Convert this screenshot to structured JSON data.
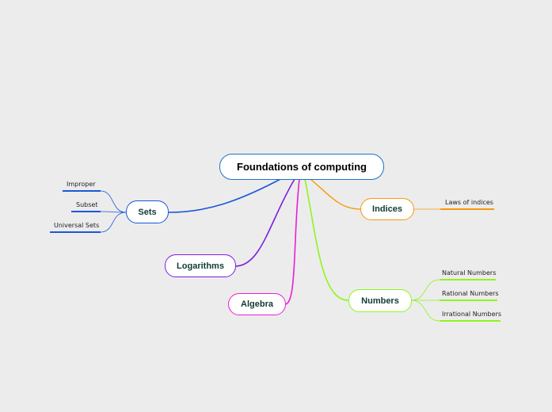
{
  "central": {
    "label": "Foundations of computing",
    "color": "#1a73c9"
  },
  "topics": {
    "sets": {
      "label": "Sets",
      "color": "#1a56db",
      "children": [
        "Improper",
        "Subset",
        "Universal Sets"
      ]
    },
    "indices": {
      "label": "Indices",
      "color": "#f59a0b",
      "children": [
        "Laws of indices"
      ]
    },
    "logarithms": {
      "label": "Logarithms",
      "color": "#7a1fe0",
      "children": []
    },
    "algebra": {
      "label": "Algebra",
      "color": "#e91ed8",
      "children": []
    },
    "numbers": {
      "label": "Numbers",
      "color": "#8ef51e",
      "children": [
        "Natural Numbers",
        "Rational Numbers",
        "Irrational Numbers"
      ]
    }
  }
}
